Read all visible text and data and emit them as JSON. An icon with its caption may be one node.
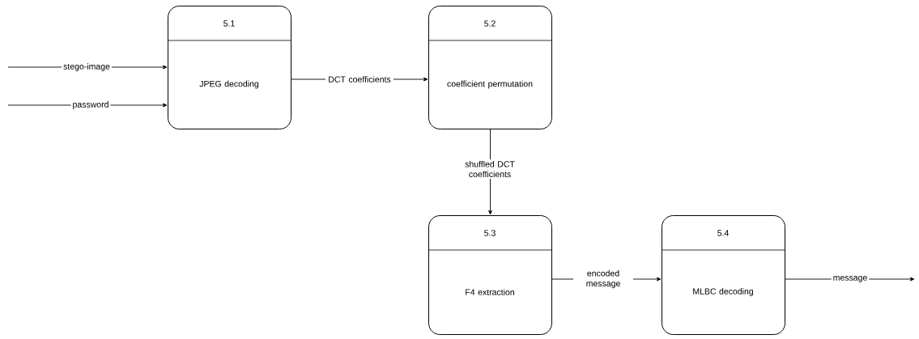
{
  "diagram": {
    "nodes": [
      {
        "text": [
          "5.1",
          "JPEG decoding"
        ]
      },
      {
        "text": [
          "5.2",
          "coefficient permutation"
        ]
      },
      {
        "text": [
          "5.3",
          "F4 extraction"
        ]
      },
      {
        "text": [
          "5.4",
          "MLBC decoding"
        ]
      }
    ],
    "edges": [
      {
        "from": null,
        "to": 0,
        "arrow": "to",
        "label": "stego-image"
      },
      {
        "from": null,
        "to": 0,
        "arrow": "to",
        "label": "password"
      },
      {
        "from": 0,
        "to": 1,
        "arrow": "to",
        "label": "DCT coefficients"
      },
      {
        "from": 1,
        "to": 2,
        "arrow": "to",
        "label": "shuffled DCT coefficients"
      },
      {
        "from": 2,
        "to": 3,
        "arrow": "to",
        "label": "encoded message"
      },
      {
        "from": 3,
        "to": null,
        "arrow": "to",
        "label": "message"
      }
    ]
  }
}
